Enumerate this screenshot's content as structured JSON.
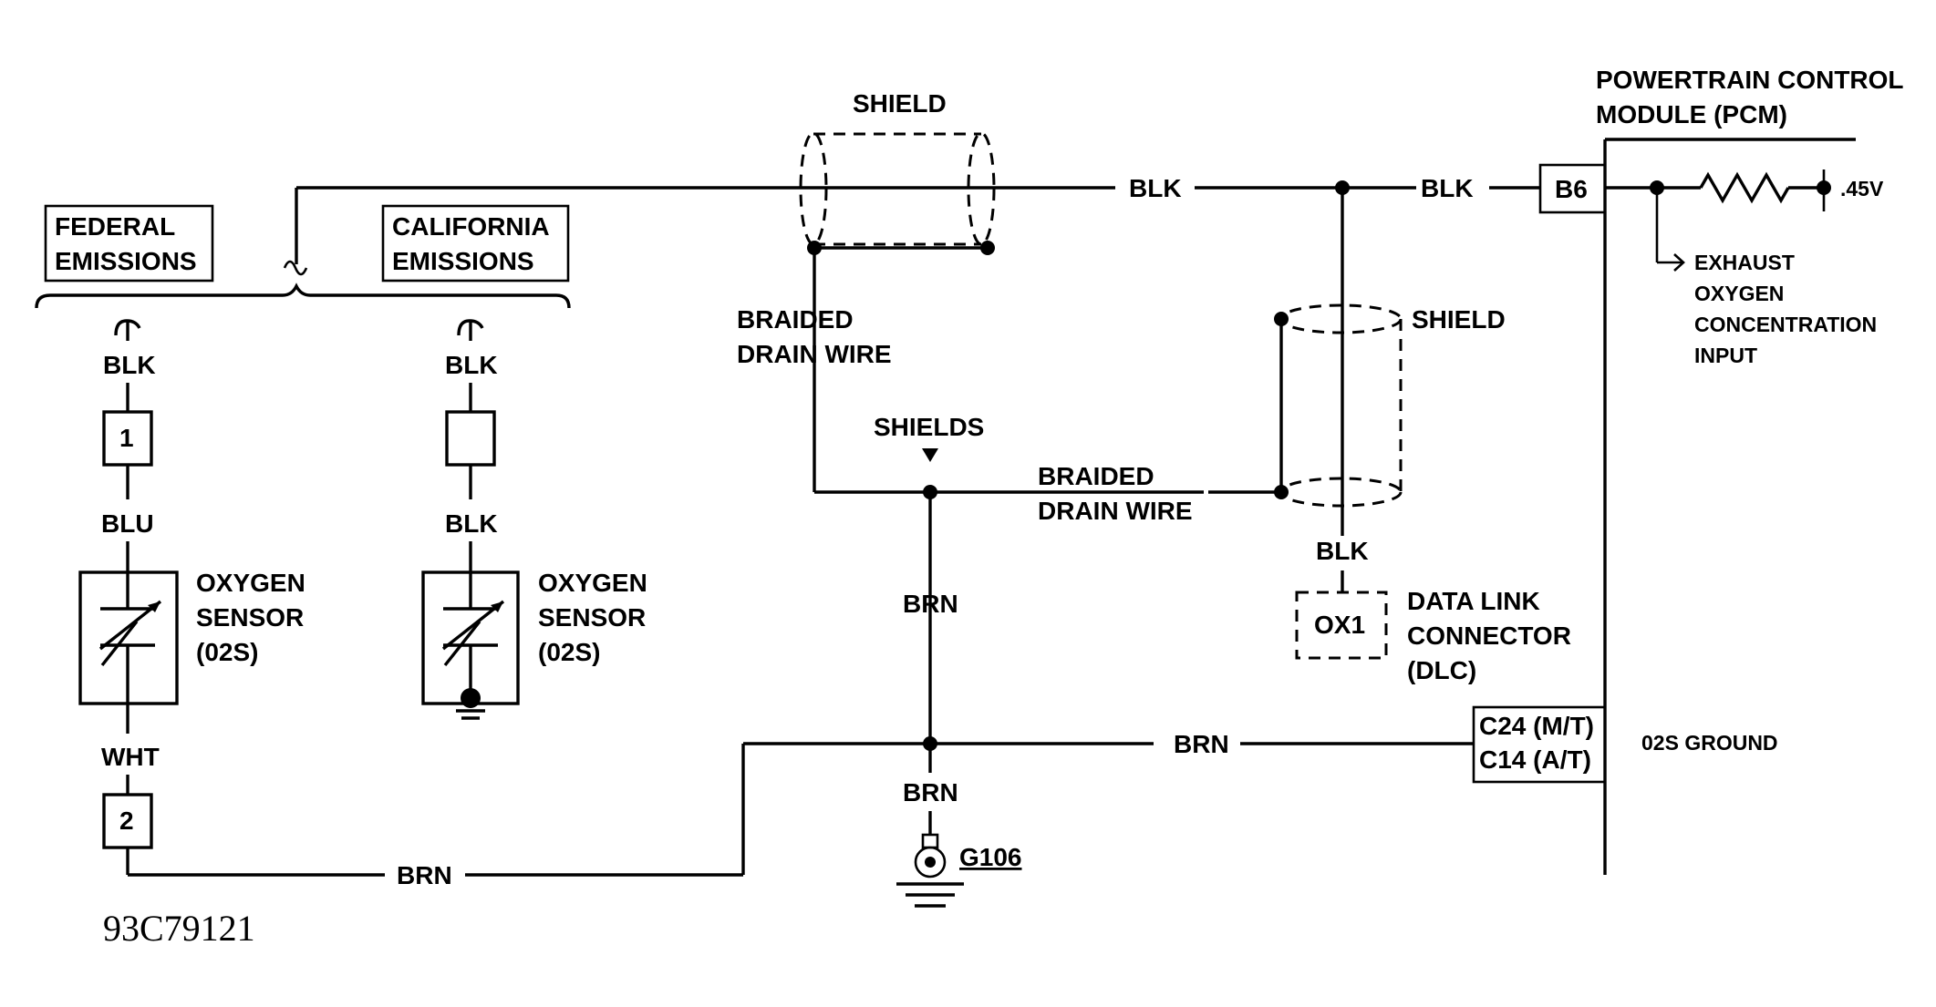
{
  "diagram": {
    "figure_code": "93C79121",
    "options": {
      "federal_emissions": [
        "FEDERAL",
        "EMISSIONS"
      ],
      "california_emissions": [
        "CALIFORNIA",
        "EMISSIONS"
      ]
    },
    "shields": {
      "top_shield": "SHIELD",
      "right_shield": "SHIELD",
      "shields_junction": "SHIELDS",
      "braided_drain_wire_left": [
        "BRAIDED",
        "DRAIN WIRE"
      ],
      "braided_drain_wire_right": [
        "BRAIDED",
        "DRAIN WIRE"
      ]
    },
    "wire_colors": {
      "top_wire_middle": "BLK",
      "top_wire_right": "BLK",
      "federal_upper": "BLK",
      "federal_mid": "BLU",
      "federal_lower": "WHT",
      "california_upper": "BLK",
      "california_mid": "BLK",
      "dlc_wire": "BLK",
      "shield_drop": "BRN",
      "ground_drop": "BRN",
      "pcm_ground_wire": "BRN",
      "bottom_return": "BRN"
    },
    "connectors": {
      "federal_pin_1": "1",
      "federal_pin_2": "2",
      "dlc_pin": "OX1",
      "pcm_b6": "B6",
      "pcm_c24": "C24 (M/T)",
      "pcm_c14": "C14 (A/T)"
    },
    "components": {
      "federal_sensor": [
        "OXYGEN",
        "SENSOR",
        "(02S)"
      ],
      "california_sensor": [
        "OXYGEN",
        "SENSOR",
        "(02S)"
      ],
      "dlc": [
        "DATA LINK",
        "CONNECTOR",
        "(DLC)"
      ],
      "pcm": [
        "POWERTRAIN CONTROL",
        "MODULE (PCM)"
      ],
      "ground": "G106"
    },
    "pcm_internal": {
      "voltage": ".45V",
      "input_label": [
        "EXHAUST",
        "OXYGEN",
        "CONCENTRATION",
        "INPUT"
      ],
      "ground_label": "02S GROUND"
    }
  }
}
